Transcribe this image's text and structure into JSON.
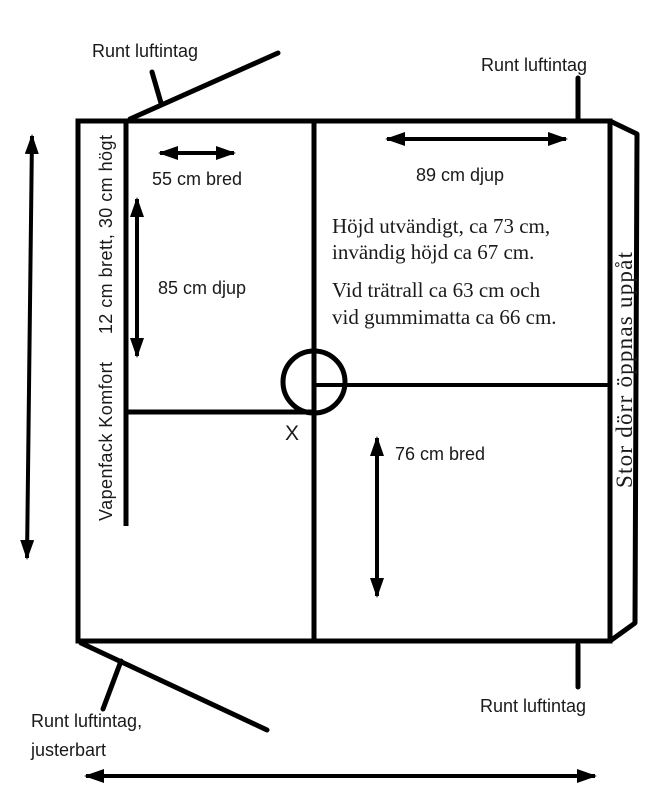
{
  "diagram": {
    "colors": {
      "line": "#000000",
      "background": "#ffffff"
    },
    "air_intakes": {
      "top_left": "Runt luftintag",
      "top_right": "Runt luftintag",
      "bottom_right": "Runt luftintag",
      "bottom_left_line1": "Runt luftintag,",
      "bottom_left_line2": "justerbart"
    },
    "door_label": "Stor dörr öppnas uppåt",
    "compartment_label": "Vapenfack Komfort     12 cm brett, 30 cm högt",
    "marker_x": "X",
    "dimensions": {
      "bred_55": "55 cm bred",
      "djup_89": "89 cm djup",
      "djup_85": "85 cm djup",
      "bred_76": "76 cm bred"
    },
    "height_notes": {
      "line1": "Höjd utvändigt, ca 73 cm,",
      "line2": "invändig höjd ca 67 cm.",
      "line3": "Vid trätrall ca 63 cm och",
      "line4": "vid gummimatta ca 66 cm."
    }
  }
}
